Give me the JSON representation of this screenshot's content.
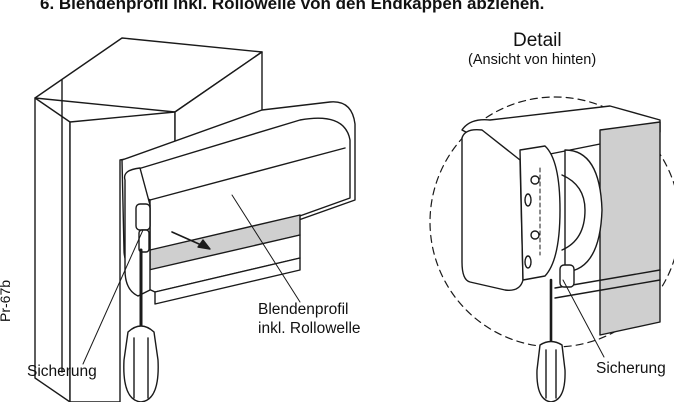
{
  "instruction": {
    "step": "6. Blendenprofil inkl. Rollowelle von den Endkappen abziehen."
  },
  "detail": {
    "title": "Detail",
    "subtitle": "(Ansicht von hinten)"
  },
  "labels": {
    "blendenprofil_line1": "Blendenprofil",
    "blendenprofil_line2": "inkl. Rollowelle",
    "sicherung_left": "Sicherung",
    "sicherung_right": "Sicherung",
    "figure_code": "Pr-67b"
  },
  "colors": {
    "line": "#1a1a1a",
    "fabric": "#cfcfcf",
    "paper": "#ffffff"
  }
}
